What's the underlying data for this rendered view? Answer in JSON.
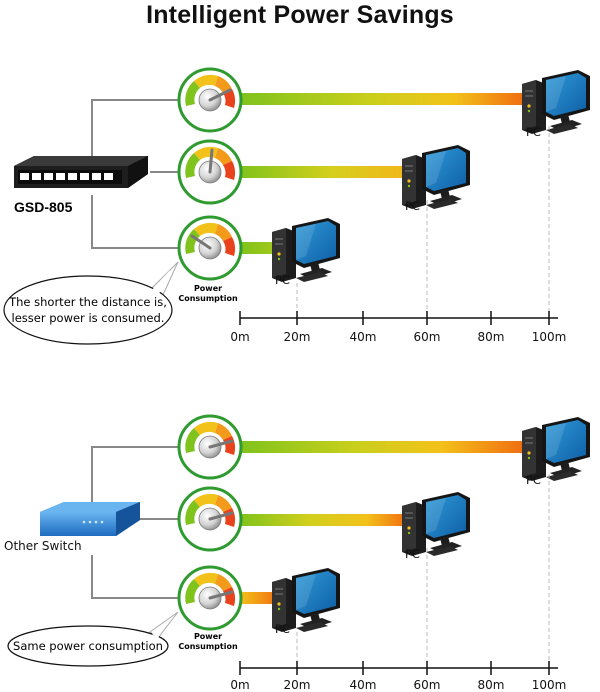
{
  "title": "Intelligent Power Savings",
  "power_label_line1": "Power",
  "power_label_line2": "Consumption",
  "pc_label": "PC",
  "distance_ticks": [
    "0m",
    "20m",
    "40m",
    "60m",
    "80m",
    "100m"
  ],
  "section_top": {
    "switch_name": "GSD-805",
    "callout_line1": "The shorter the distance is,",
    "callout_line2": "lesser power is consumed."
  },
  "section_bottom": {
    "switch_name": "Other Switch",
    "callout_line1": "Same power consumption"
  },
  "colors": {
    "green": "#7fc31c",
    "yellow": "#f3c21a",
    "orange": "#f07a10",
    "red": "#e8431c",
    "switch_blue": "#2f82d6"
  }
}
